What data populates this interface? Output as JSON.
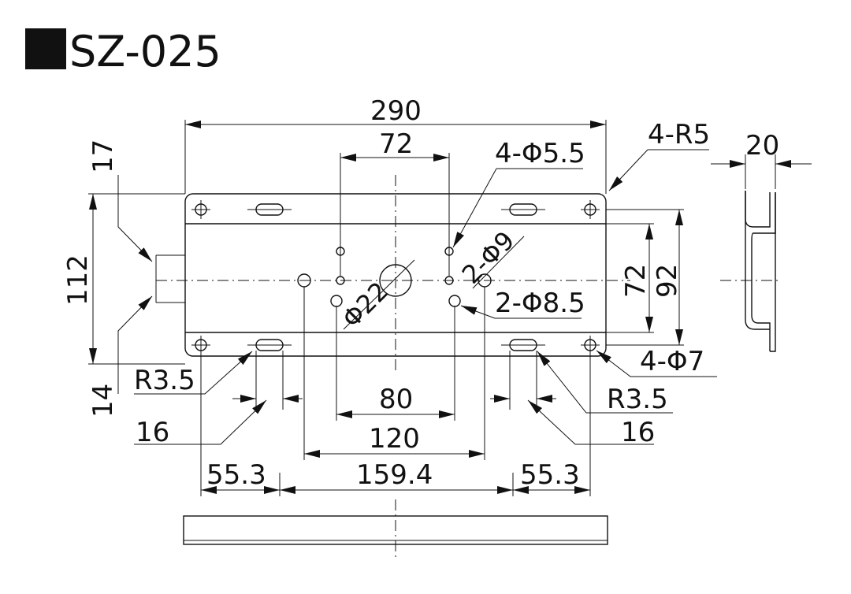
{
  "title": "SZ-025",
  "dimensions": {
    "overall_width": "290",
    "upper_hole_spacing": "72",
    "upper_hole_callout": "4-Φ5.5",
    "corner_radius_callout": "4-R5",
    "side_depth": "20",
    "left_top_offset": "17",
    "left_height": "112",
    "left_bottom_offset": "14",
    "diag_hole_callout": "2-Φ9",
    "center_hole_callout": "Φ22",
    "lower_hole_callout": "2-Φ8.5",
    "right_inner_height": "72",
    "right_outer_height": "92",
    "corner_hole_callout": "4-Φ7",
    "slot_radius_left": "R3.5",
    "slot_radius_right": "R3.5",
    "slot_width_left": "16",
    "slot_width_right": "16",
    "lower_hole_spacing": "80",
    "mid_hole_spacing": "120",
    "left_bottom_span": "55.3",
    "center_bottom_span": "159.4",
    "right_bottom_span": "55.3"
  }
}
